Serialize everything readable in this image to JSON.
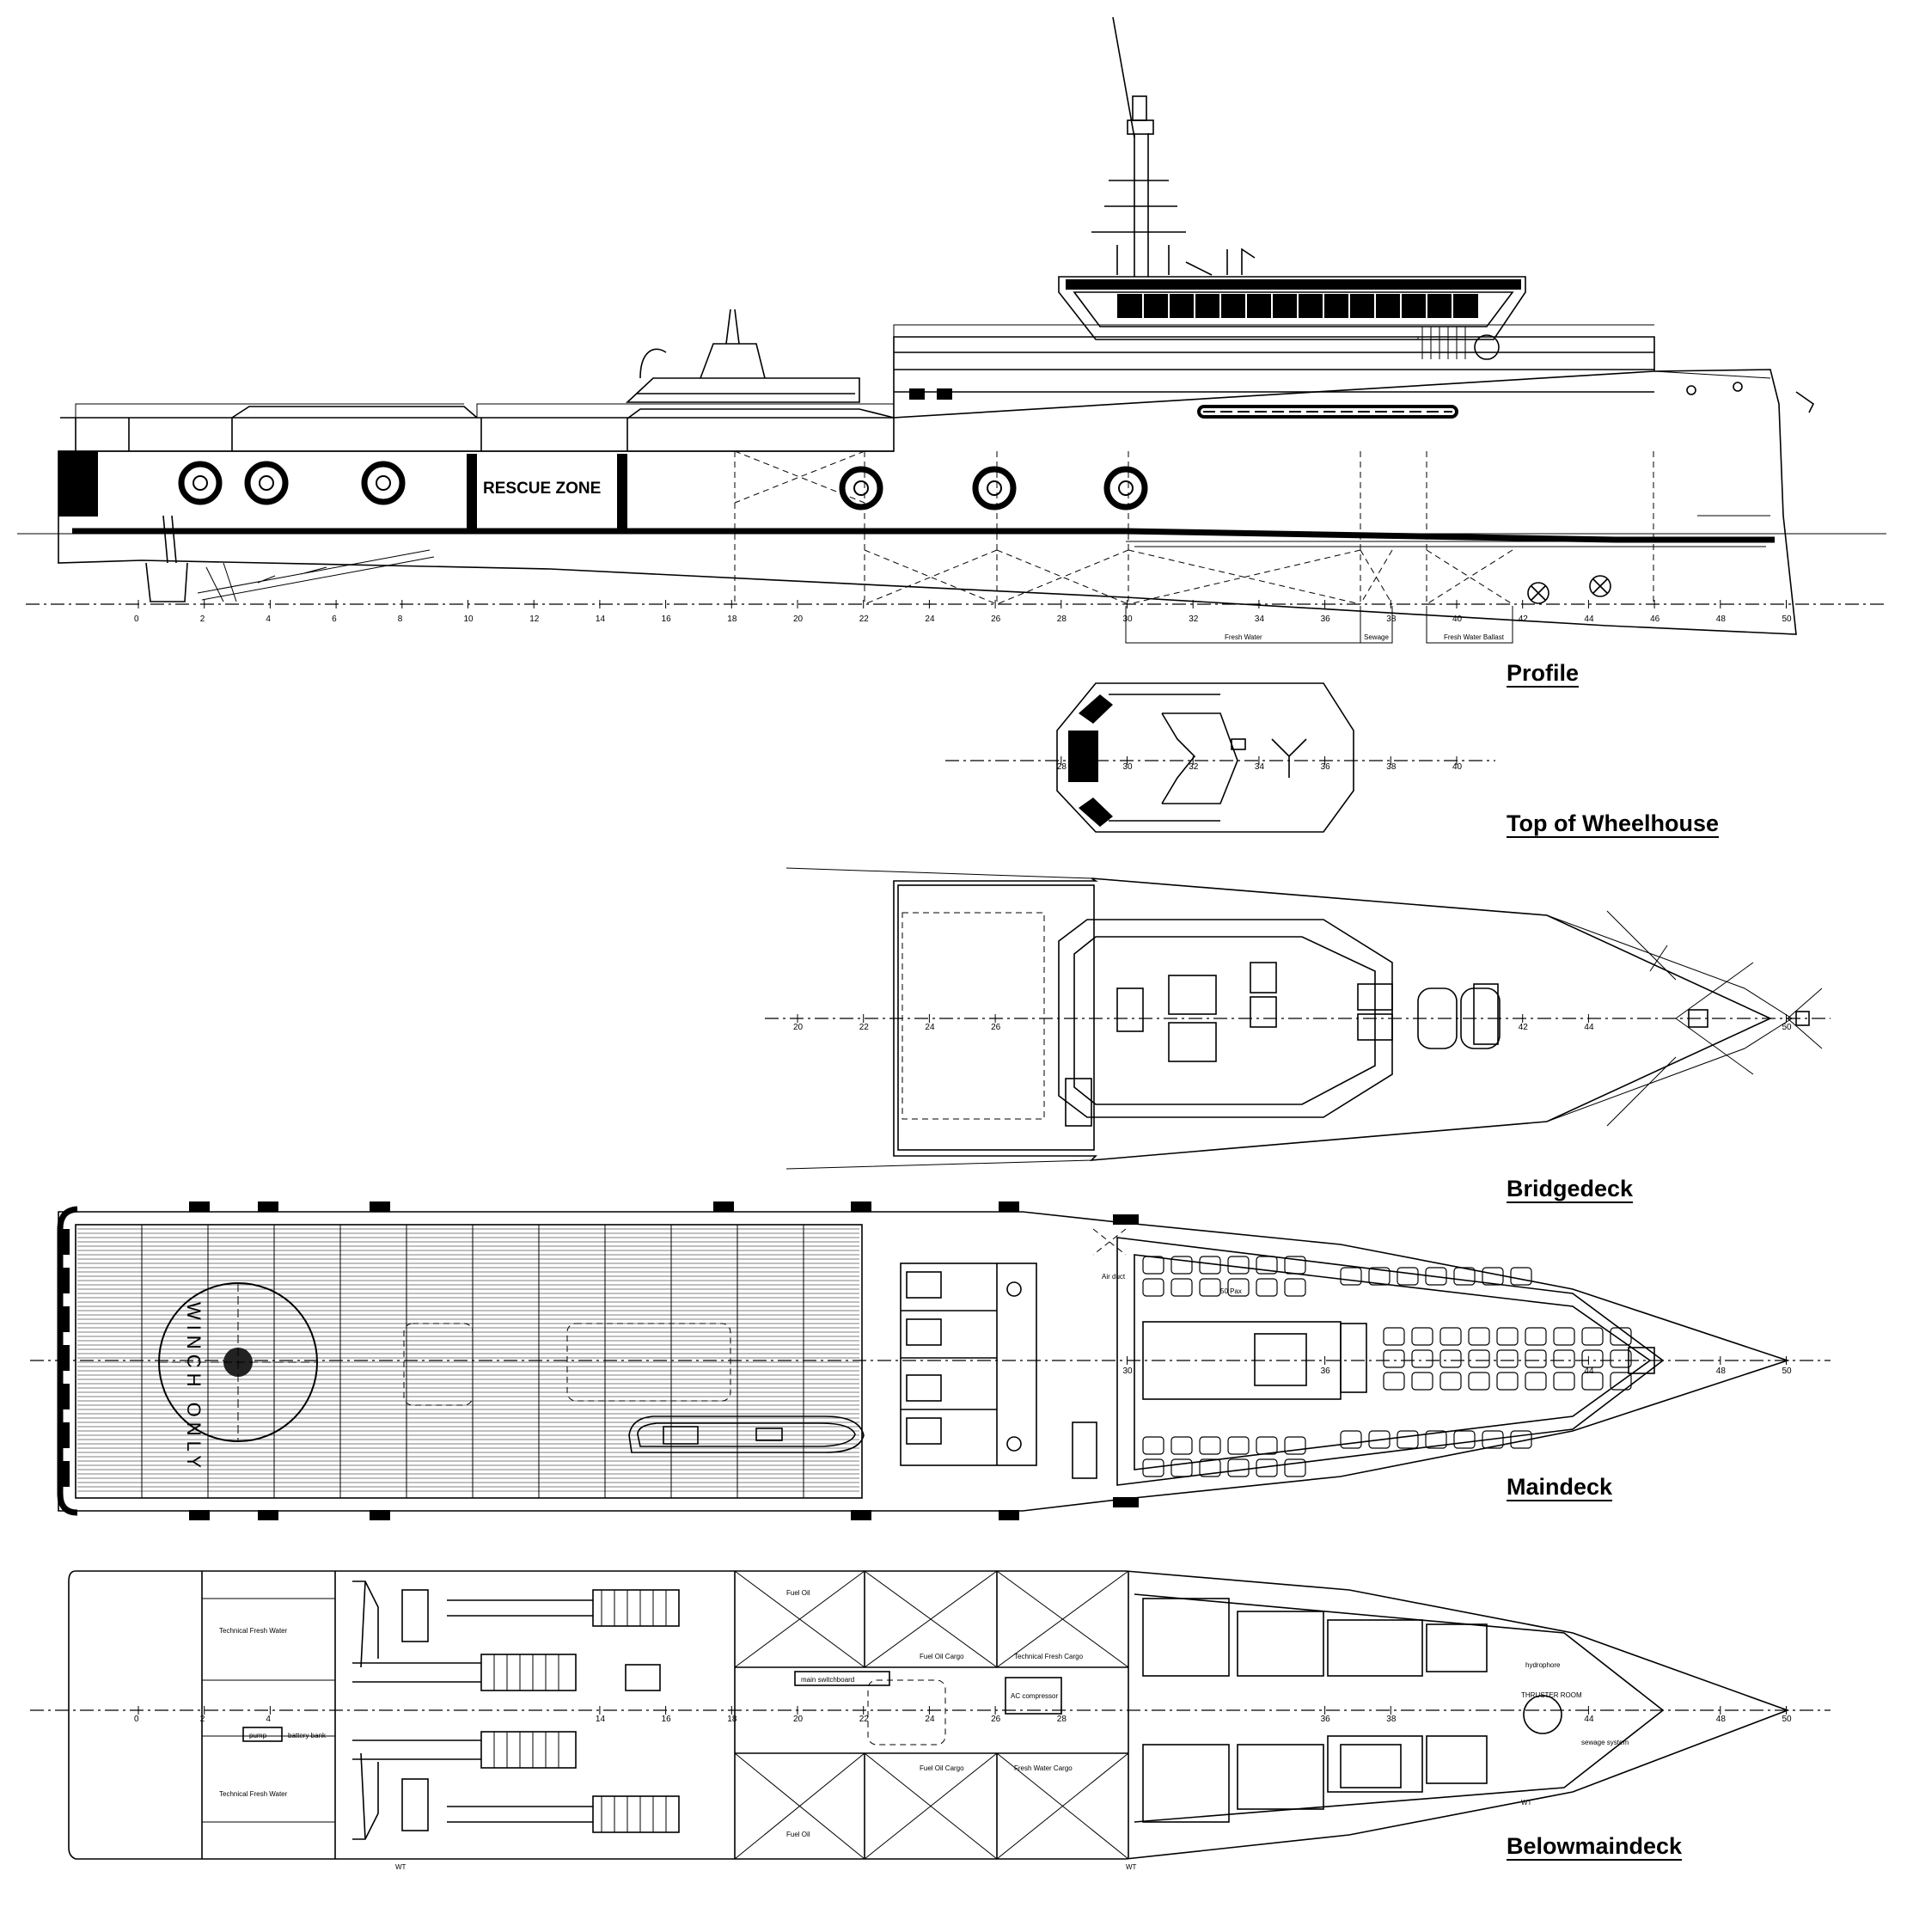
{
  "views": {
    "profile": "Profile",
    "top_of_wheelhouse": "Top of Wheelhouse",
    "bridgedeck": "Bridgedeck",
    "maindeck": "Maindeck",
    "belowmaindeck": "Belowmaindeck"
  },
  "profile_labels": {
    "rescue_zone": "RESCUE ZONE",
    "fresh_water": "Fresh Water",
    "sewage": "Sewage",
    "fresh_water_ballast": "Fresh Water Ballast"
  },
  "frame_numbers": {
    "profile": [
      "0",
      "2",
      "4",
      "6",
      "8",
      "10",
      "12",
      "14",
      "16",
      "18",
      "20",
      "22",
      "24",
      "26",
      "28",
      "30",
      "32",
      "34",
      "36",
      "38",
      "40",
      "42",
      "44",
      "46",
      "48",
      "50"
    ],
    "top_of_wheelhouse": [
      "28",
      "30",
      "32",
      "34",
      "36",
      "38",
      "40"
    ],
    "bridgedeck": [
      "20",
      "22",
      "24",
      "26",
      "42",
      "44",
      "50"
    ],
    "maindeck": [
      "30",
      "36",
      "44",
      "48",
      "50"
    ],
    "belowmaindeck": [
      "0",
      "2",
      "4",
      "14",
      "16",
      "18",
      "20",
      "22",
      "24",
      "26",
      "28",
      "36",
      "38",
      "44",
      "48",
      "50"
    ]
  },
  "maindeck_labels": {
    "winch_only": "WINCH ONLY",
    "seats": "50 Pax",
    "air_duct": "Air duct"
  },
  "belowmaindeck_labels": {
    "tech_fw_1": "Technical Fresh Water",
    "tech_fw_2": "Technical Fresh Water",
    "fuel_oil_1": "Fuel Oil",
    "fuel_oil_2": "Fuel Oil",
    "fuel_oil_cargo_1": "Fuel Oil Cargo",
    "fuel_oil_cargo_2": "Fuel Oil Cargo",
    "tech_fw_cargo": "Technical Fresh Cargo",
    "fresh_water_cargo": "Fresh Water Cargo",
    "main_switchboard": "main switchboard",
    "ac_compressor": "AC compressor",
    "pump": "pump",
    "battery_bank": "battery bank",
    "hydrophore": "hydrophore",
    "thruster_room": "THRUSTER ROOM",
    "sewage_system": "sewage system",
    "wt": "WT"
  }
}
